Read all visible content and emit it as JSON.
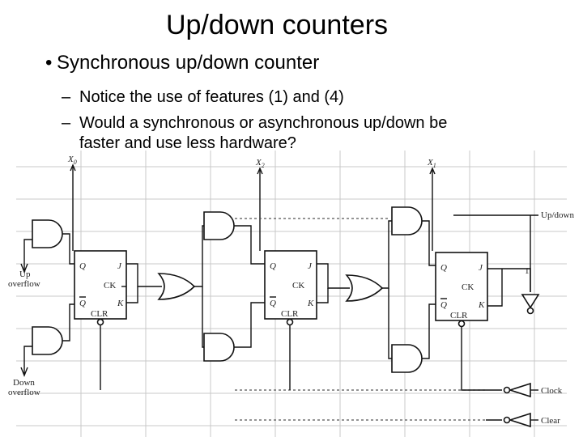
{
  "title": "Up/down counters",
  "bullet": "Synchronous up/down counter",
  "bullet_glyph": "•",
  "sub_glyph": "–",
  "subitems": [
    "Notice the use of features (1) and (4)",
    "Would a synchronous or asynchronous up/down be",
    "faster and use less hardware?"
  ],
  "circuit": {
    "outputs": [
      "X0",
      "X2",
      "X1"
    ],
    "output_sub": [
      "0",
      "2",
      "1"
    ],
    "output_letter": "X",
    "flip_flop": {
      "q": "Q",
      "qbar": "Q",
      "j": "J",
      "k": "K",
      "ck": "CK",
      "clr": "CLR"
    },
    "signals": {
      "updown": "Up/down",
      "up_overflow_1": "Up",
      "up_overflow_2": "overflow",
      "down_overflow_1": "Down",
      "down_overflow_2": "overflow",
      "clock": "Clock",
      "clear": "Clear",
      "one": "1"
    }
  }
}
